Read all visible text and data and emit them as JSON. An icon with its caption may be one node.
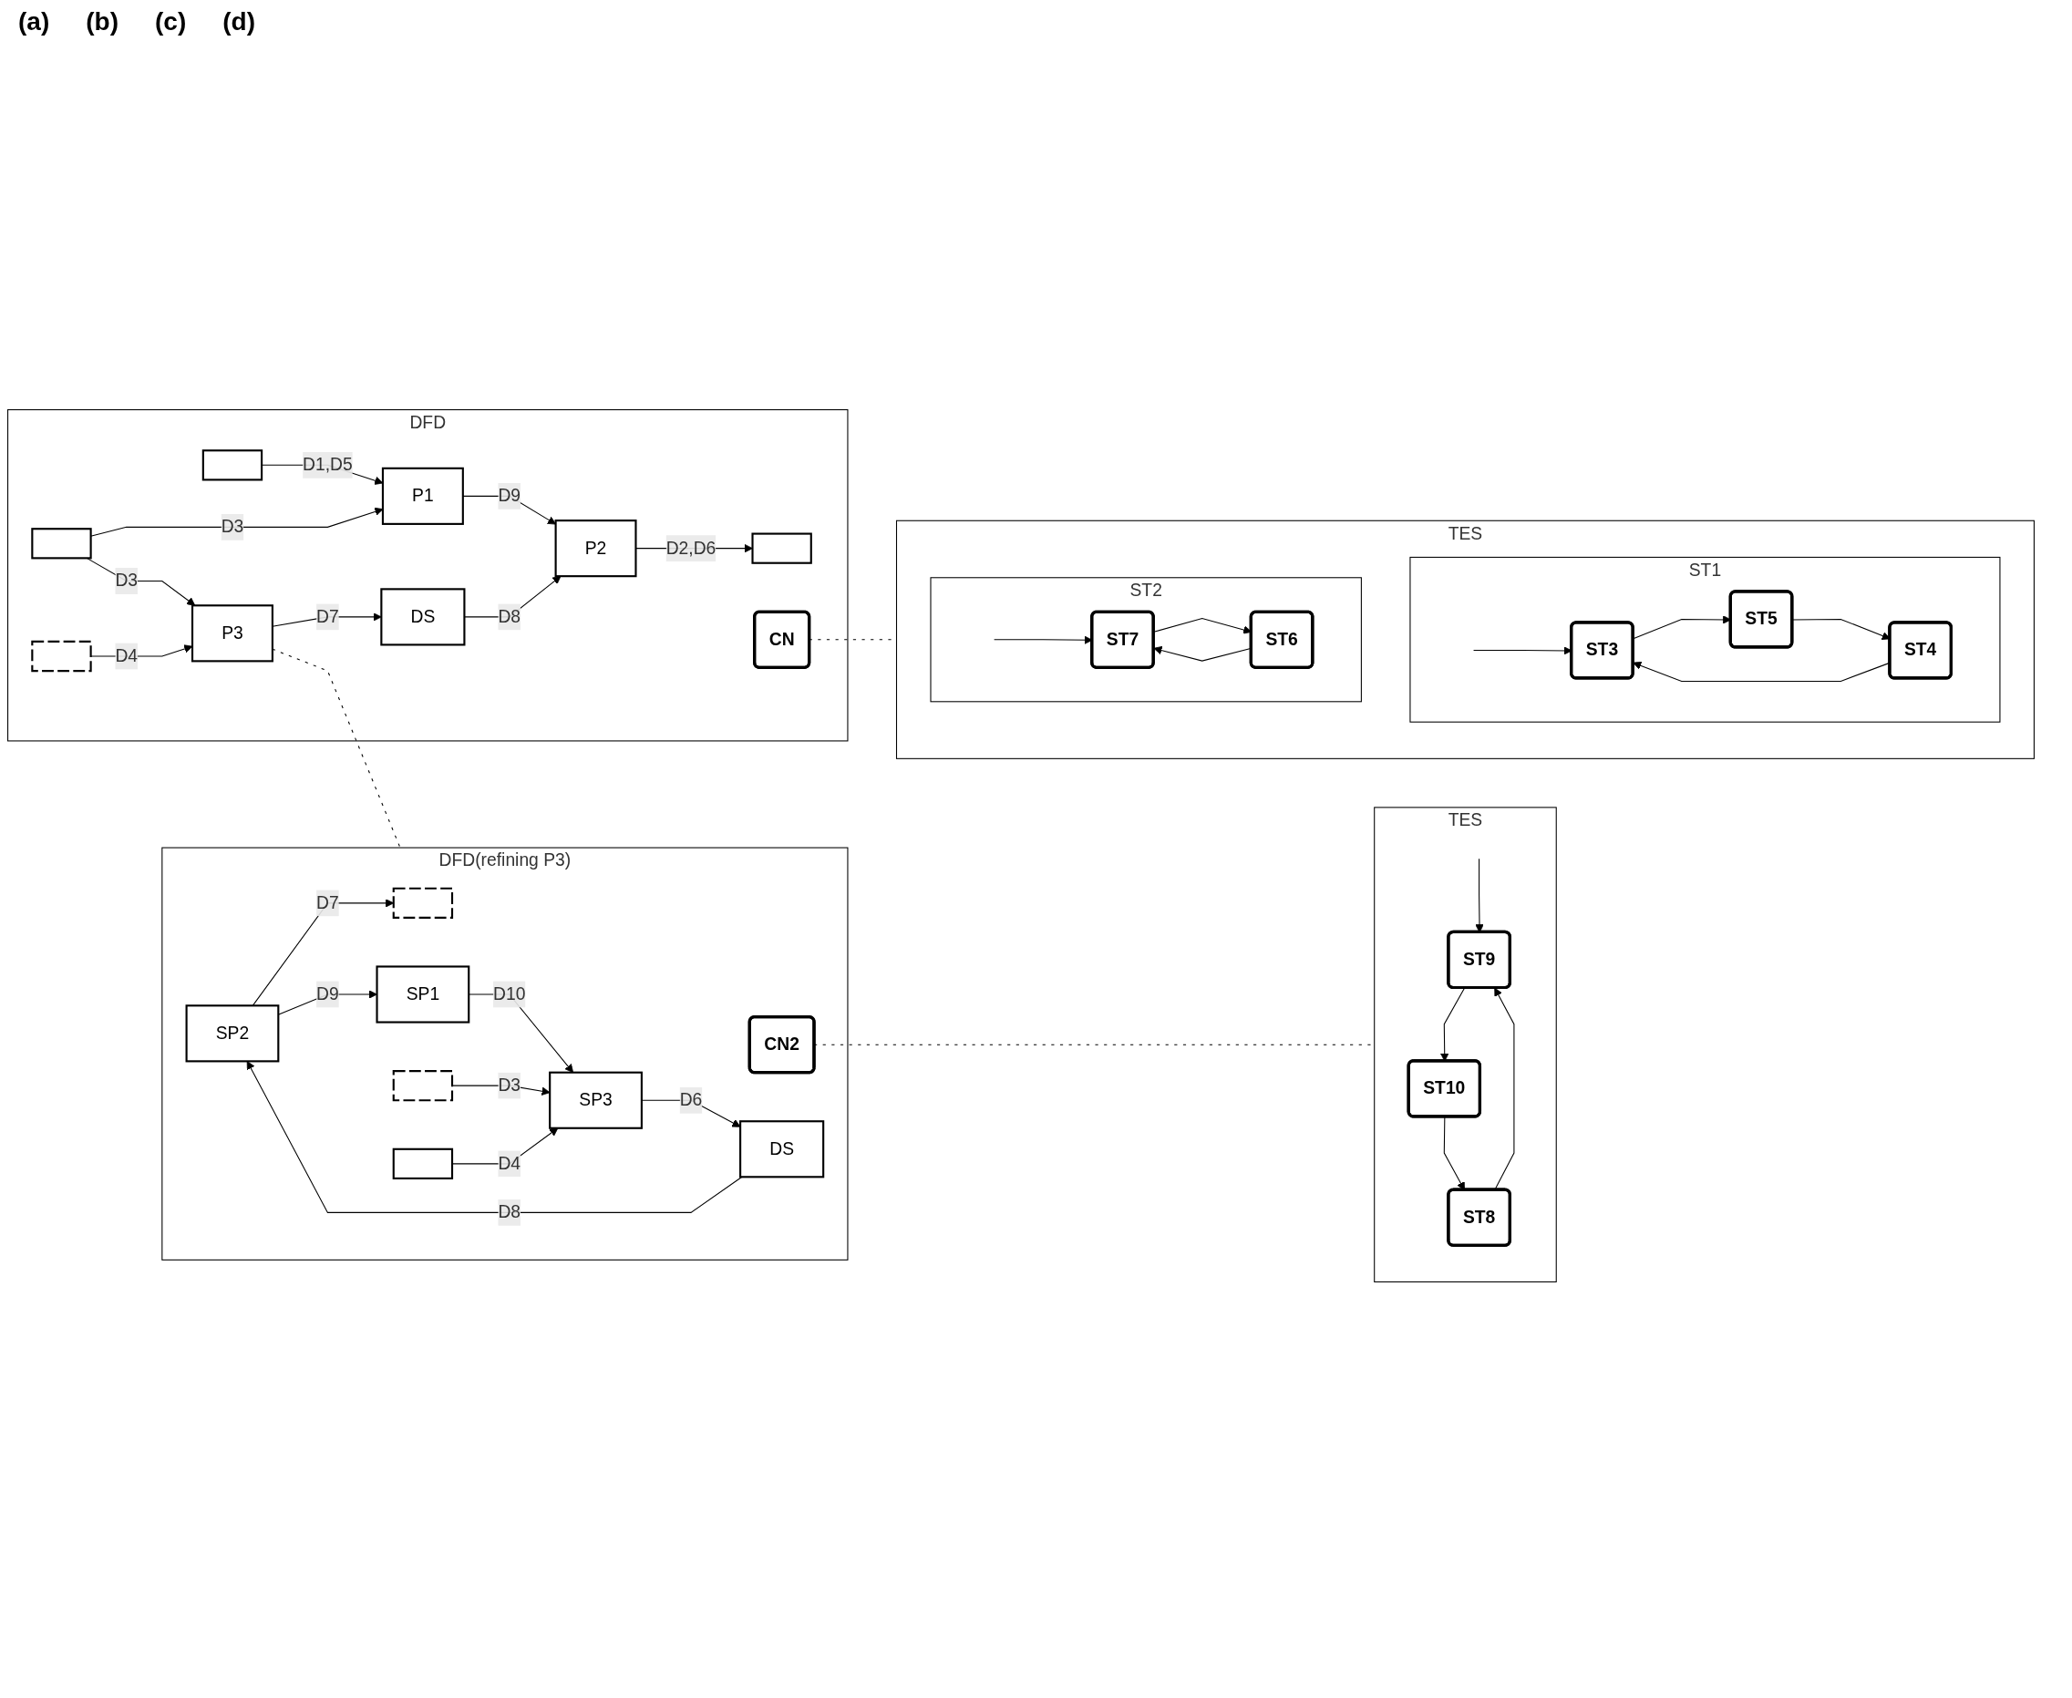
{
  "diagram": {
    "nodes": [
      {
        "text": [
          "DFD"
        ]
      },
      {
        "text": [],
        "shape": "box",
        "in": 0
      },
      {
        "text": [],
        "shape": "box",
        "in": 0
      },
      {
        "text": [
          "P1"
        ],
        "in": 0
      },
      {
        "text": [
          "P2"
        ],
        "in": 0
      },
      {
        "text": [
          "CN"
        ],
        "in": 0
      },
      {
        "text": [
          "DS"
        ],
        "in": 0
      },
      {
        "text": [
          "P3"
        ],
        "in": 0
      },
      {
        "text": [],
        "shape": "box",
        "in": 0
      },
      {
        "text": [],
        "shape": "bar",
        "in": 0
      },
      {
        "text": [
          "TES"
        ]
      },
      {
        "text": [
          "ST1"
        ],
        "in": 10
      },
      {
        "text": [
          "ST2"
        ],
        "in": 10
      },
      {
        "text": [
          "ST3"
        ],
        "in": 11
      },
      {
        "text": [
          "ST4"
        ],
        "in": 11
      },
      {
        "text": [
          "ST5"
        ],
        "in": 11
      },
      {
        "text": [
          "ST7"
        ],
        "in": 12
      },
      {
        "text": [
          "ST6"
        ],
        "in": 12
      },
      {
        "text": [
          "DFD(refining P3)"
        ]
      },
      {
        "text": [],
        "shape": "bar",
        "in": 18
      },
      {
        "text": [
          "SP2"
        ],
        "in": 18
      },
      {
        "text": [
          "SP1"
        ],
        "in": 18
      },
      {
        "text": [
          "CN2"
        ],
        "in": 18
      },
      {
        "text": [
          "DS"
        ],
        "in": 18
      },
      {
        "text": [
          "SP3"
        ],
        "in": 18
      },
      {
        "text": [],
        "shape": "bar",
        "in": 18
      },
      {
        "text": [],
        "shape": "box",
        "in": 18
      },
      {
        "text": [
          "TES"
        ]
      },
      {
        "text": [
          "ST9"
        ],
        "in": 27
      },
      {
        "text": [
          "ST8"
        ],
        "in": 27
      },
      {
        "text": [
          "ST10"
        ],
        "in": 27
      }
    ],
    "edges": [
      {
        "from": 1,
        "to": 3,
        "arrow": "to",
        "label": "D1,D5"
      },
      {
        "from": 4,
        "to": 2,
        "arrow": "to",
        "label": "D2,D6"
      },
      {
        "from": 3,
        "to": 4,
        "arrow": "to",
        "label": "D9"
      },
      {
        "from": 6,
        "to": 4,
        "arrow": "to",
        "label": "D8"
      },
      {
        "from": 7,
        "to": 6,
        "arrow": "to",
        "label": "D7"
      },
      {
        "from": 8,
        "to": 3,
        "arrow": "to",
        "label": "D3"
      },
      {
        "from": 8,
        "to": 7,
        "arrow": "to",
        "label": "D3"
      },
      {
        "from": 9,
        "to": 7,
        "arrow": "to",
        "label": "D4"
      },
      {
        "from": null,
        "to": 13,
        "arrow": "to"
      },
      {
        "from": 14,
        "to": 13,
        "arrow": "to"
      },
      {
        "from": 13,
        "to": 15,
        "arrow": "to"
      },
      {
        "from": 15,
        "to": 14,
        "arrow": "to"
      },
      {
        "from": null,
        "to": 16,
        "arrow": "to"
      },
      {
        "from": 17,
        "to": 16,
        "arrow": "to"
      },
      {
        "from": 16,
        "to": 17,
        "arrow": "to"
      },
      {
        "from": 20,
        "to": 19,
        "arrow": "to",
        "label": "D7"
      },
      {
        "from": 20,
        "to": 21,
        "arrow": "to",
        "label": "D9"
      },
      {
        "from": 21,
        "to": 24,
        "arrow": "to",
        "label": "D10"
      },
      {
        "from": 23,
        "to": 20,
        "arrow": "to",
        "label": "D8"
      },
      {
        "from": 24,
        "to": 23,
        "arrow": "to",
        "label": "D6"
      },
      {
        "from": 25,
        "to": 24,
        "arrow": "to",
        "label": "D3"
      },
      {
        "from": 26,
        "to": 24,
        "arrow": "to",
        "label": "D4"
      },
      {
        "from": null,
        "to": 28,
        "arrow": "to"
      },
      {
        "from": 29,
        "to": 28,
        "arrow": "to"
      },
      {
        "from": 28,
        "to": 30,
        "arrow": "to"
      },
      {
        "from": 30,
        "to": 29,
        "arrow": "to"
      },
      {
        "from": 5,
        "to": 10,
        "arrow": "none",
        "style": "dashed"
      },
      {
        "from": 7,
        "to": 18,
        "arrow": "none",
        "style": "dashed"
      },
      {
        "from": 22,
        "to": 27,
        "arrow": "none",
        "style": "dashed"
      }
    ],
    "labels": [
      "(a)",
      "(b)",
      "(c)",
      "(d)"
    ]
  }
}
